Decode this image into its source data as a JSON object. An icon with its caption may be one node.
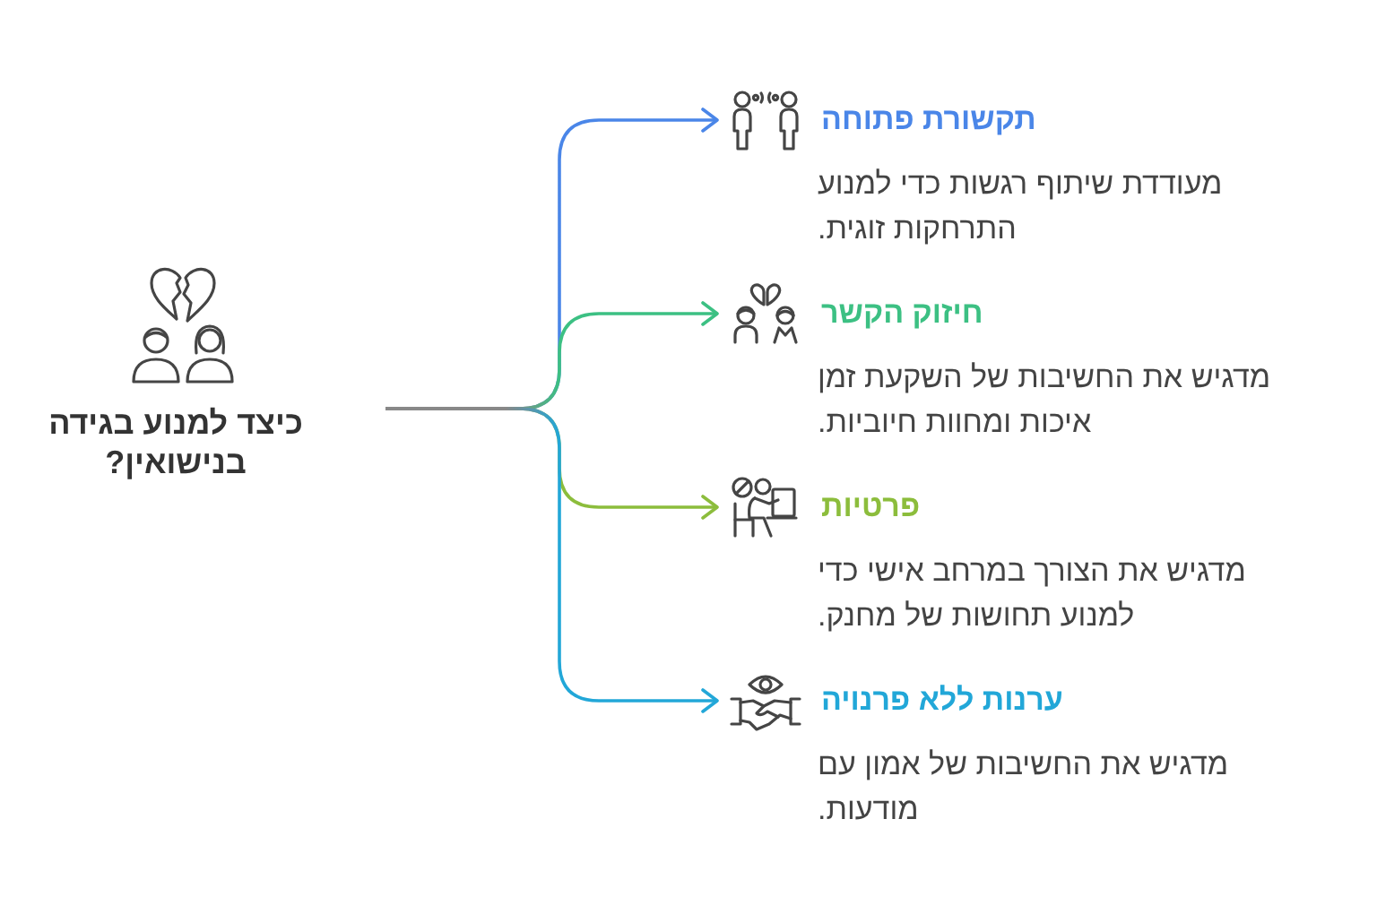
{
  "diagram": {
    "nodes": [
      {
        "text": [
          "כיצד למנוע בגידה בנישואין?"
        ]
      },
      {
        "text": [
          "תקשורת פתוחה",
          "מעודדת שיתוף רגשות כדי למנוע התרחקות זוגית."
        ]
      },
      {
        "text": [
          "חיזוק הקשר",
          "מדגיש את החשיבות של השקעת זמן איכות ומחוות חיוביות."
        ]
      },
      {
        "text": [
          "פרטיות",
          "מדגיש את הצורך במרחב אישי כדי למנוע תחושות של מחנק."
        ]
      },
      {
        "text": [
          "ערנות ללא פרנויה",
          "מדגיש את החשיבות של אמון עם מודעות."
        ]
      }
    ],
    "edges": [
      {
        "from": 0,
        "to": 1,
        "arrow": "to",
        "color": "#4a86e8"
      },
      {
        "from": 0,
        "to": 2,
        "arrow": "to",
        "color": "#3cc083"
      },
      {
        "from": 0,
        "to": 3,
        "arrow": "to",
        "color": "#8cbd3c"
      },
      {
        "from": 0,
        "to": 4,
        "arrow": "to",
        "color": "#22a7d8"
      }
    ]
  }
}
